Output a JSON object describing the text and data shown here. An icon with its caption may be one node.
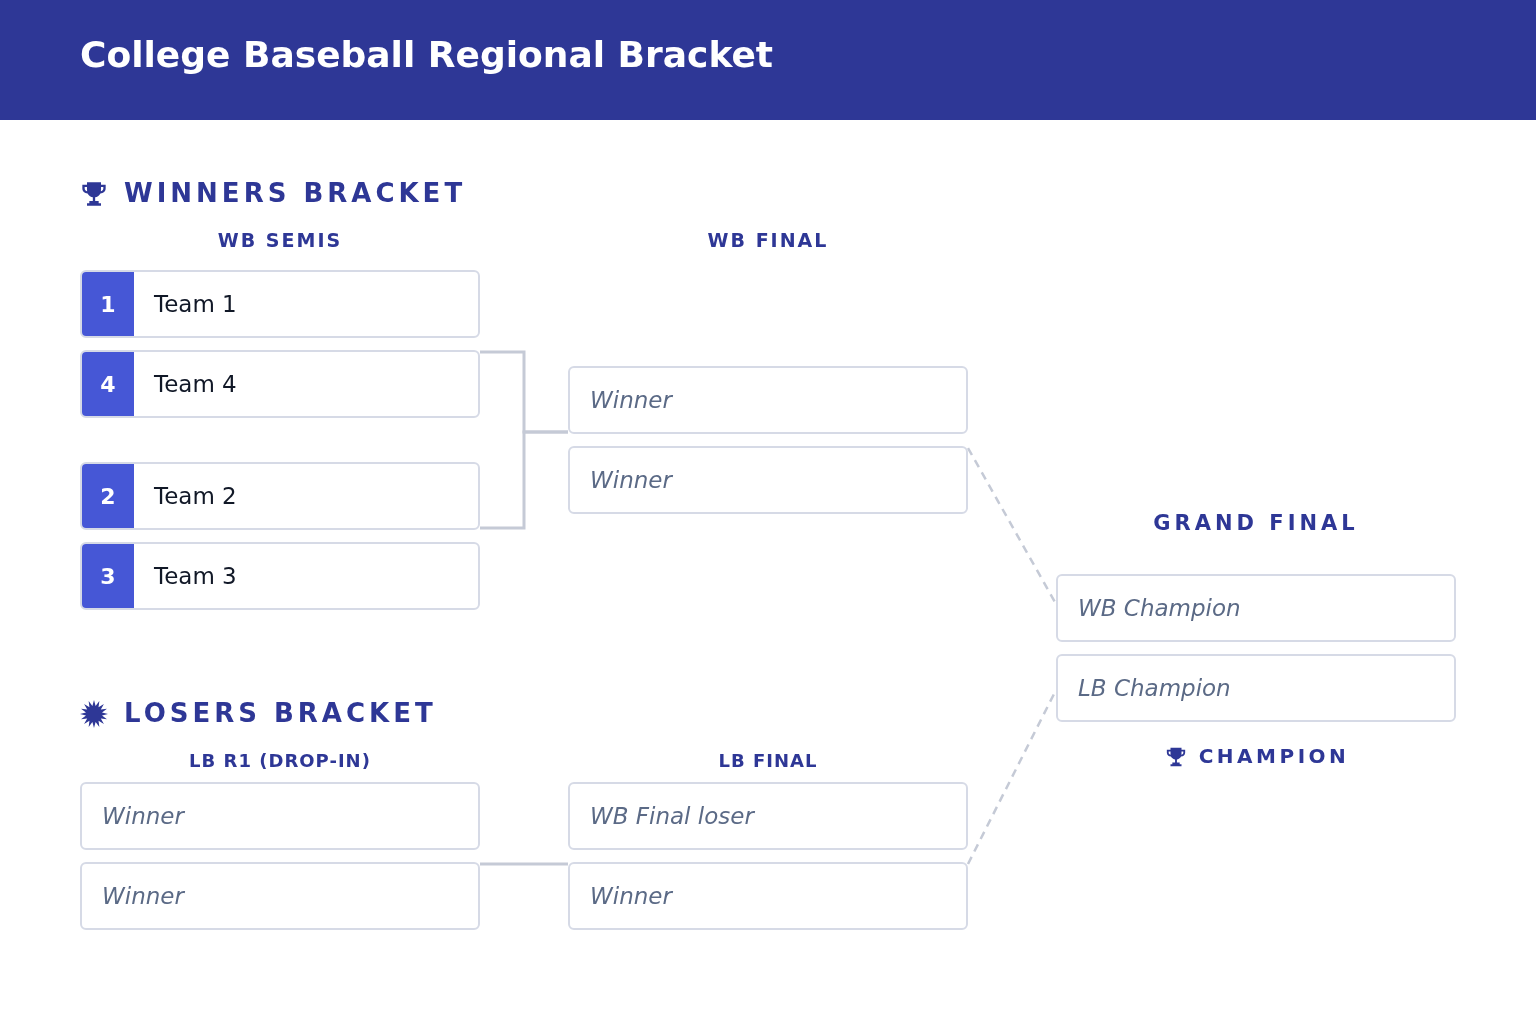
{
  "diagram": {
    "title": "College Baseball Regional Bracket",
    "nodes": [
      {
        "text": [
          "1",
          "Team 1"
        ]
      },
      {
        "text": [
          "4",
          "Team 4"
        ]
      },
      {
        "text": [
          "2",
          "Team 2"
        ]
      },
      {
        "text": [
          "3",
          "Team 3"
        ]
      },
      {
        "text": [
          "Winner"
        ]
      },
      {
        "text": [
          "Winner"
        ]
      },
      {
        "text": [
          "WB Champion"
        ]
      },
      {
        "text": [
          "LB Champion"
        ]
      },
      {
        "text": [
          "Winner"
        ]
      },
      {
        "text": [
          "Winner"
        ]
      },
      {
        "text": [
          "WB Final loser"
        ]
      },
      {
        "text": [
          "Winner"
        ]
      }
    ],
    "edges": [
      {
        "from": 1,
        "to": 4,
        "arrow": "none"
      },
      {
        "from": 2,
        "to": 4,
        "arrow": "none"
      },
      {
        "from": 5,
        "to": 6,
        "arrow": "none",
        "style": "dashed"
      },
      {
        "from": 11,
        "to": 7,
        "arrow": "none",
        "style": "dashed"
      },
      {
        "from": 9,
        "to": 11,
        "arrow": "none"
      }
    ],
    "labels": [
      "WINNERS BRACKET",
      "WB SEMIS",
      "WB FINAL",
      "GRAND FINAL",
      "LOSERS BRACKET",
      "LB R1 (DROP-IN)",
      "LB FINAL",
      "CHAMPION"
    ]
  }
}
